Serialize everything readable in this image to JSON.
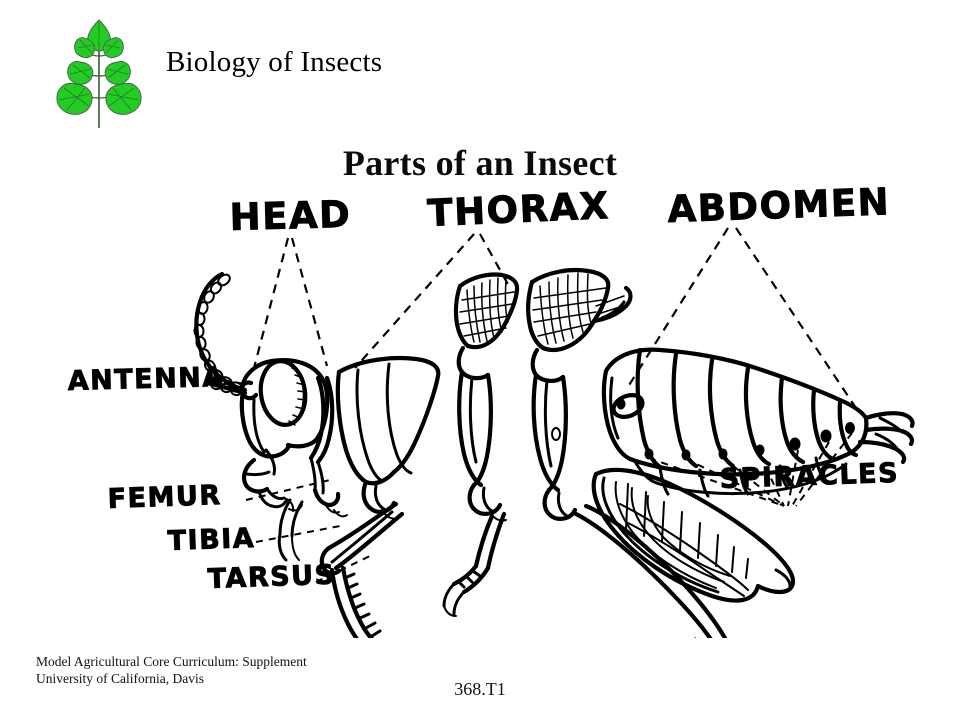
{
  "slide": {
    "header_title": "Biology of Insects",
    "title": "Parts of an Insect",
    "page_number": "368.T1",
    "logo_name": "plant-leaves-logo",
    "logo_color": "#22CC22",
    "ink_color": "#000000",
    "background_color": "#FFFFFF"
  },
  "diagram": {
    "subject": "insect anatomy line drawing",
    "labels": {
      "head": "HEAD",
      "thorax": "THORAX",
      "abdomen": "ABDOMEN",
      "antenna": "ANTENNA",
      "femur": "FEMUR",
      "tibia": "TIBIA",
      "tarsus": "TARSUS",
      "spiracles": "SPIRACLES"
    },
    "label_list": [
      "HEAD",
      "THORAX",
      "ABDOMEN",
      "ANTENNA",
      "FEMUR",
      "TIBIA",
      "TARSUS",
      "SPIRACLES"
    ]
  },
  "footer": {
    "line1": "Model Agricultural Core Curriculum: Supplement",
    "line2": "University of California, Davis"
  }
}
